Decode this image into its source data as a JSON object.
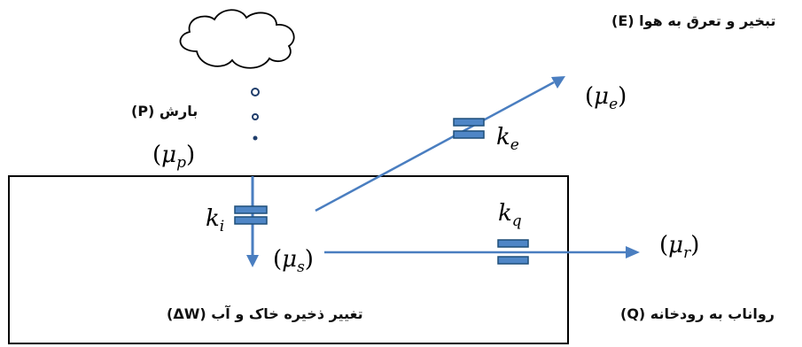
{
  "labels": {
    "precipitation": "بارش (P)",
    "evapotranspiration": "تبخیر و تعرق به هوا (E)",
    "soil_storage": "تغییر ذخیره خاک و آب (ΔW)",
    "runoff": "رواناب به رودخانه (Q)"
  },
  "symbols": {
    "mu_p": {
      "base": "μ",
      "sub": "p"
    },
    "mu_e": {
      "base": "μ",
      "sub": "e"
    },
    "mu_s": {
      "base": "μ",
      "sub": "s"
    },
    "mu_r": {
      "base": "μ",
      "sub": "r"
    },
    "k_i": {
      "base": "k",
      "sub": "i"
    },
    "k_e": {
      "base": "k",
      "sub": "e"
    },
    "k_q": {
      "base": "k",
      "sub": "q"
    }
  },
  "colors": {
    "arrow": "#4a7ec0",
    "capacitor_fill": "#4f86c6",
    "capacitor_stroke": "#1f4e79",
    "box": "#000000",
    "cloud": "#000000",
    "droplet": "#1f3d6b"
  }
}
